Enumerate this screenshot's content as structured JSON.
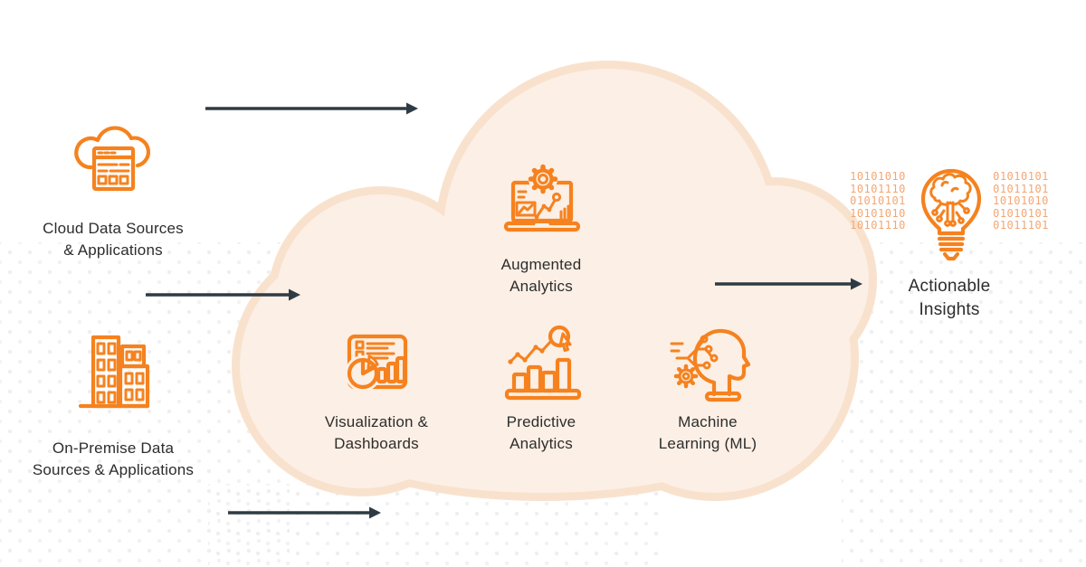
{
  "palette": {
    "icon_orange": "#F5821F",
    "binary_orange": "#F4A672",
    "cloud_fill": "#FCEFE5",
    "cloud_rim": "#F9E2CD",
    "arrow_dark": "#2F3B44",
    "text_dark": "#2D2D2D",
    "dot_gray": "#EFEFEF"
  },
  "sources": [
    {
      "id": "cloud-data-sources",
      "icon": "cloud-applications-icon",
      "label": "Cloud Data Sources\n& Applications"
    },
    {
      "id": "on-premise-sources",
      "icon": "office-buildings-icon",
      "label": "On-Premise Data\nSources & Applications"
    }
  ],
  "platform": {
    "shape": "cloud",
    "nodes": [
      {
        "id": "augmented-analytics",
        "icon": "laptop-gear-chart-icon",
        "label": "Augmented\nAnalytics"
      },
      {
        "id": "visualization-dashboards",
        "icon": "dashboard-pie-bars-icon",
        "label": "Visualization &\nDashboards"
      },
      {
        "id": "predictive-analytics",
        "icon": "trend-bars-cursor-icon",
        "label": "Predictive\nAnalytics"
      },
      {
        "id": "machine-learning",
        "icon": "head-circuit-gear-icon",
        "label": "Machine\nLearning (ML)"
      }
    ]
  },
  "insight": {
    "id": "actionable-insights",
    "icon": "lightbulb-brain-circuit-icon",
    "label": "Actionable\nInsights",
    "binary_left": "10101010\n10101110\n01010101\n10101010\n10101110",
    "binary_right": "01010101\n01011101\n10101010\n01010101\n01011101"
  },
  "arrows": [
    {
      "id": "arrow-cloud-sources-to-platform",
      "direction": "right"
    },
    {
      "id": "arrow-left-mid-to-platform",
      "direction": "right"
    },
    {
      "id": "arrow-on-premise-to-platform",
      "direction": "right"
    },
    {
      "id": "arrow-platform-to-insights",
      "direction": "right"
    }
  ]
}
